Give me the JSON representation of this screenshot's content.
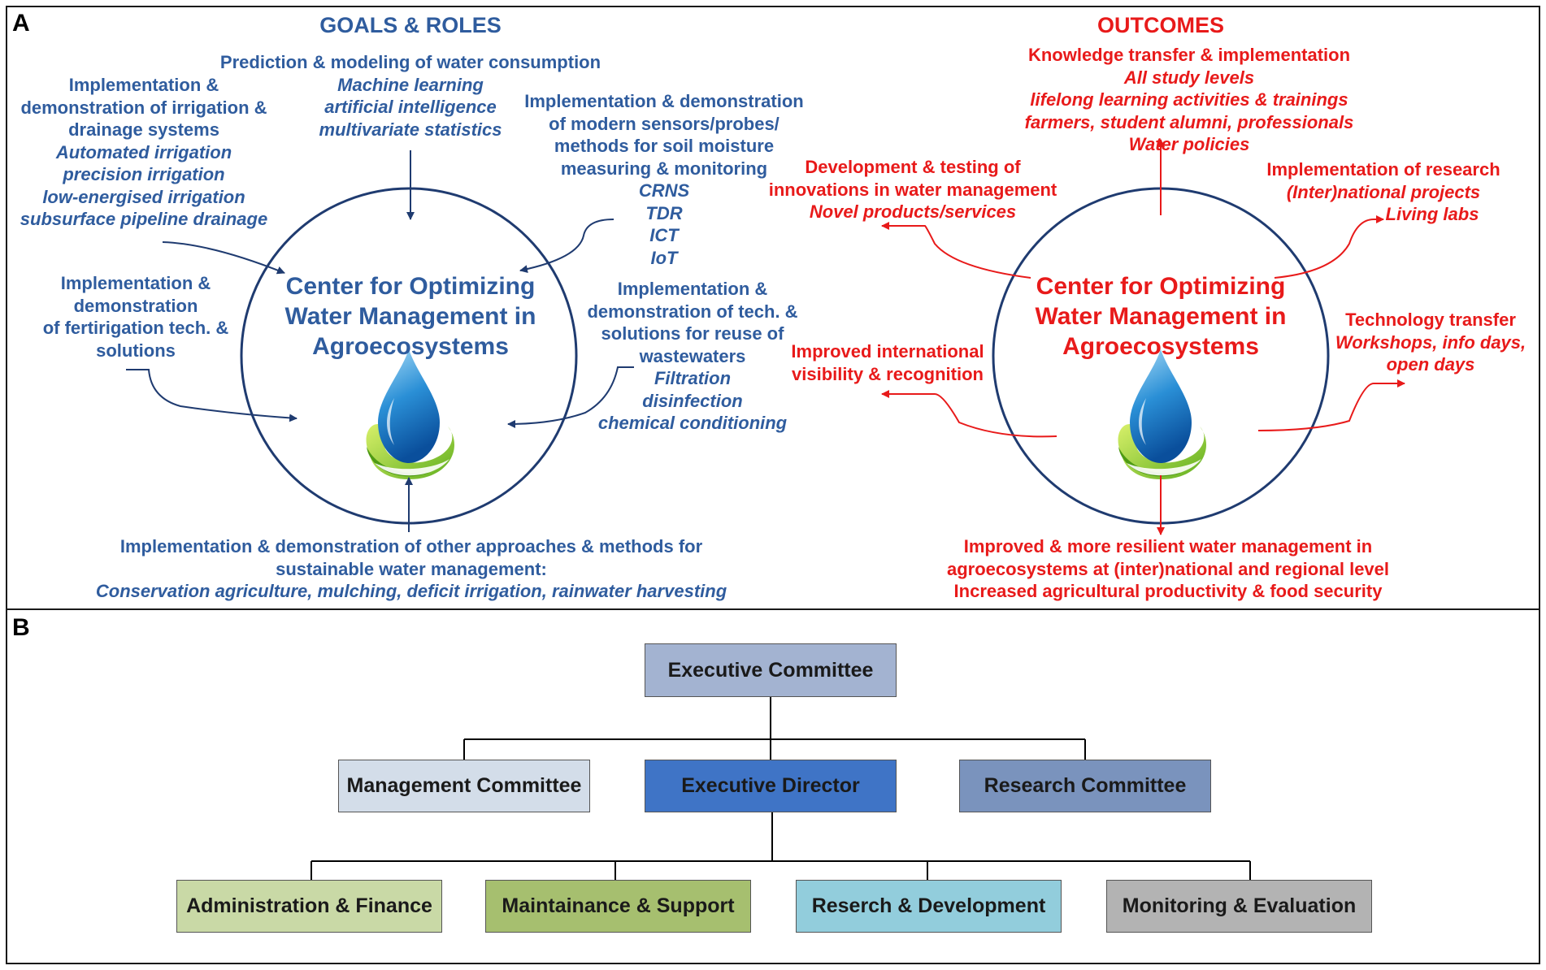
{
  "panel_a": {
    "letter": "A",
    "left": {
      "heading": "GOALS & ROLES",
      "center_title": [
        "Center for Optimizing",
        "Water Management in",
        "Agroecosystems"
      ],
      "prediction": {
        "title": "Prediction & modeling of water consumption",
        "items": [
          "Machine learning",
          "artificial intelligence",
          "multivariate statistics"
        ]
      },
      "irrigation": {
        "title": [
          "Implementation &",
          "demonstration of irrigation &",
          "drainage systems"
        ],
        "items": [
          "Automated irrigation",
          "precision irrigation",
          "low-energised irrigation",
          "subsurface pipeline drainage"
        ]
      },
      "sensors": {
        "title": [
          "Implementation & demonstration",
          "of modern sensors/probes/",
          "methods for soil moisture",
          "measuring & monitoring"
        ],
        "items": [
          "CRNS",
          "TDR",
          "ICT",
          "IoT"
        ]
      },
      "fertirigation": {
        "title": [
          "Implementation &",
          "demonstration",
          "of fertirigation tech. &",
          "solutions"
        ]
      },
      "wastewater": {
        "title": [
          "Implementation &",
          "demonstration of tech. &",
          "solutions for reuse of",
          "wastewaters"
        ],
        "items": [
          "Filtration",
          "disinfection",
          "chemical conditioning"
        ]
      },
      "other": {
        "title": [
          "Implementation & demonstration of other approaches & methods for",
          "sustainable water management:"
        ],
        "items": [
          "Conservation agriculture, mulching, deficit irrigation, rainwater harvesting"
        ]
      }
    },
    "right": {
      "heading": "OUTCOMES",
      "center_title": [
        "Center for Optimizing",
        "Water Management in",
        "Agroecosystems"
      ],
      "knowledge": {
        "title": "Knowledge transfer & implementation",
        "items": [
          "All study levels",
          "lifelong learning activities & trainings",
          "farmers, student alumni, professionals",
          "Water policies"
        ]
      },
      "innovation": {
        "title": [
          "Development & testing of",
          "innovations in water management"
        ],
        "items": [
          "Novel products/services"
        ]
      },
      "research": {
        "title": [
          "Implementation of research"
        ],
        "items": [
          "(Inter)national projects",
          "Living labs"
        ]
      },
      "visibility": {
        "title": [
          "Improved international",
          "visibility & recognition"
        ]
      },
      "tech_transfer": {
        "title": [
          "Technology transfer"
        ],
        "items": [
          "Workshops, info days,",
          "open days"
        ]
      },
      "resilience": {
        "title": [
          "Improved & more resilient water management in",
          "agroecosystems at (inter)national and regional level",
          "Increased agricultural productivity & food security"
        ]
      }
    }
  },
  "panel_b": {
    "letter": "B",
    "executive_committee": "Executive Committee",
    "management_committee": "Management Committee",
    "executive_director": "Executive Director",
    "research_committee": "Research Committee",
    "administration": "Administration & Finance",
    "maintenance": "Maintainance & Support",
    "research_development": "Reserch & Development",
    "monitoring": "Monitoring & Evaluation"
  },
  "colors": {
    "blue_text": "#2f5c9e",
    "circle_stroke": "#1f3b70",
    "red_text": "#e81a1a",
    "box_executive_committee": "#a3b3d1",
    "box_management": "#d3dde9",
    "box_executive_director": "#3f74c6",
    "box_research_committee": "#7a93bd",
    "box_administration": "#c9d9a6",
    "box_maintenance": "#a6bf6f",
    "box_research_development": "#92cddc",
    "box_monitoring": "#b3b3b3"
  },
  "icons": [
    "water-drop-leaf-logo"
  ]
}
